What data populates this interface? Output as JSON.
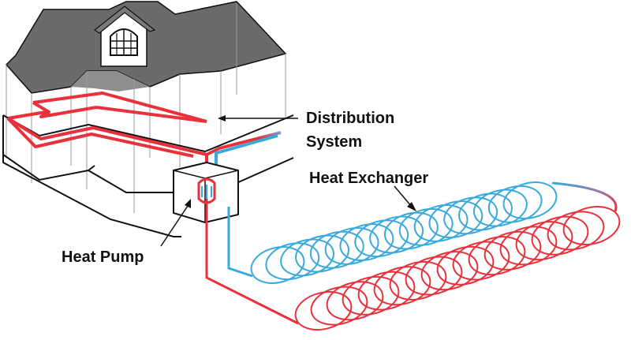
{
  "labels": {
    "distribution_line1": "Distribution",
    "distribution_line2": "System",
    "heat_exchanger": "Heat Exchanger",
    "heat_pump": "Heat Pump"
  },
  "colors": {
    "supply": "#e8313b",
    "return": "#3aa9dc",
    "roof": "#6b6b6b",
    "roof_light": "#8e8e8e",
    "outline": "#111111",
    "wall_line": "#9a9a9a"
  }
}
